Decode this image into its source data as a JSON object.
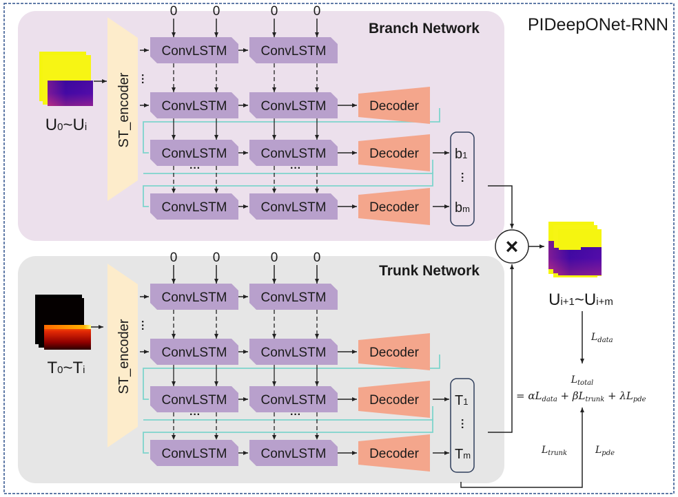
{
  "title": "PIDeepONet-RNN",
  "branch": {
    "title": "Branch Network",
    "input_label_main": "U",
    "input_sub_a": "0",
    "input_tilde": "~U",
    "input_sub_b": "i",
    "encoder_label": "ST_encoder",
    "cell_label": "ConvLSTM",
    "decoder_label": "Decoder",
    "zero_label": "0",
    "ellipsis": "···",
    "outputs": [
      {
        "main": "b",
        "sub": "1"
      },
      {
        "main": "b",
        "sub": "m"
      }
    ],
    "bg_color": "#ece0ec"
  },
  "trunk": {
    "title": "Trunk Network",
    "input_label_main": "T",
    "input_sub_a": "0",
    "input_tilde": "~T",
    "input_sub_b": "i",
    "encoder_label": "ST_encoder",
    "cell_label": "ConvLSTM",
    "decoder_label": "Decoder",
    "zero_label": "0",
    "ellipsis": "···",
    "outputs": [
      {
        "main": "T",
        "sub": "1"
      },
      {
        "main": "T",
        "sub": "m"
      }
    ],
    "bg_color": "#e6e6e6"
  },
  "product_symbol": "×",
  "output": {
    "main": "U",
    "sub_a": "i+1",
    "tilde": "~U",
    "sub_b": "i+m"
  },
  "losses": {
    "data": "L",
    "data_sub": "data",
    "trunk": "L",
    "trunk_sub": "trunk",
    "pde": "L",
    "pde_sub": "pde",
    "total": "L",
    "total_sub": "total",
    "equation": "= αL",
    "eq_sub1": "data",
    "eq_mid1": " + βL",
    "eq_sub2": "trunk",
    "eq_mid2": " + λL",
    "eq_sub3": "pde"
  },
  "colors": {
    "convlstm": "#b8a0cc",
    "decoder": "#f4a68c",
    "encoder": "#fdeccb",
    "skip_line": "#7dd4cc",
    "border": "#2c4f8a"
  }
}
